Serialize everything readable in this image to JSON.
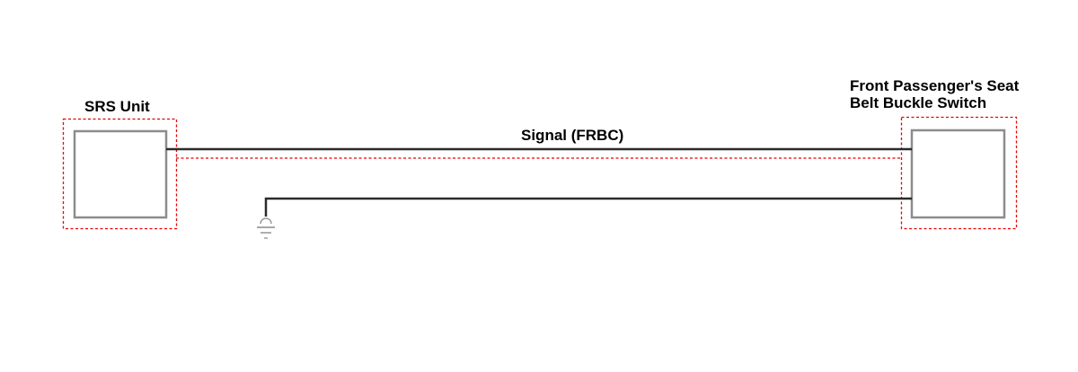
{
  "diagram": {
    "srs_unit_label": "SRS Unit",
    "signal_label": "Signal (FRBC)",
    "switch_label_line1": "Front Passenger's Seat",
    "switch_label_line2": "Belt Buckle Switch"
  },
  "colors": {
    "wire": "#2b2b2b",
    "component_border": "#8c8c8c",
    "highlight": "#e60000",
    "ground": "#9a9a9a"
  },
  "icons": [
    "ground-symbol-icon"
  ]
}
